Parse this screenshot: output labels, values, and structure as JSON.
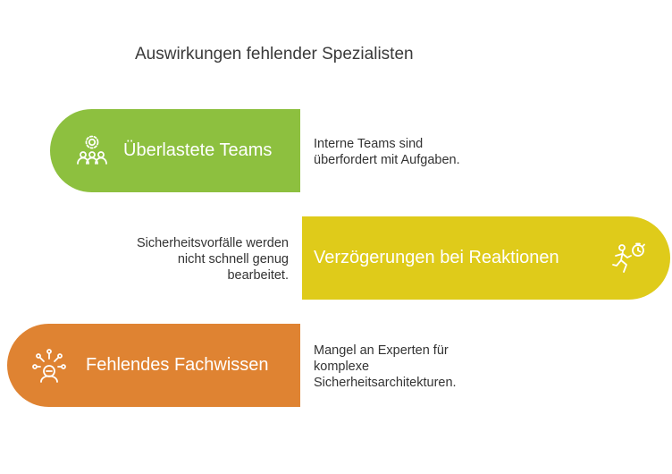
{
  "title": "Auswirkungen fehlender Spezialisten",
  "colors": {
    "green": "#8dc03f",
    "yellow": "#dfcb1a",
    "orange": "#df8332"
  },
  "items": [
    {
      "label": "Überlastete Teams",
      "icon": "overloaded-team-icon",
      "description": [
        "Interne Teams sind",
        "überfordert mit Aufgaben."
      ]
    },
    {
      "label": "Verzögerungen bei Reaktionen",
      "icon": "running-stopwatch-icon",
      "description": [
        "Sicherheitsvorfälle werden",
        "nicht schnell genug",
        "bearbeitet."
      ]
    },
    {
      "label": "Fehlendes Fachwissen",
      "icon": "thinking-expert-icon",
      "description": [
        "Mangel an Experten für",
        "komplexe",
        "Sicherheitsarchitekturen."
      ]
    }
  ]
}
